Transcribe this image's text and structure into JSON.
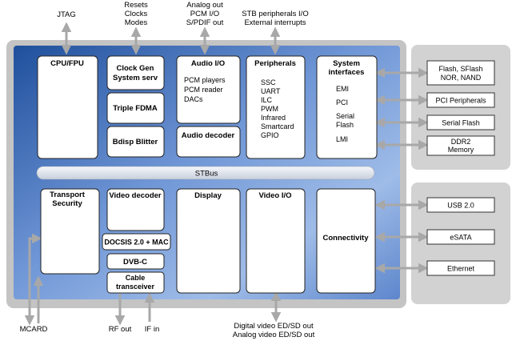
{
  "labels": {
    "jtag": "JTAG",
    "resets_lines": [
      "Resets",
      "Clocks",
      "Modes"
    ],
    "analog_lines": [
      "Analog out",
      "PCM I/O",
      "S/PDIF out"
    ],
    "stb_lines": [
      "STB peripherals I/O",
      "External interrupts"
    ],
    "mcard": "MCARD",
    "rf_out": "RF out",
    "if_in": "IF in",
    "video_out_lines": [
      "Digital video ED/SD out",
      "Analog video ED/SD out"
    ]
  },
  "blocks": {
    "cpu": "CPU/FPU",
    "clockgen_lines": [
      "Clock Gen",
      "System serv"
    ],
    "fdma": "Triple FDMA",
    "bdisp": "Bdisp Blitter",
    "audio_io": "Audio I/O",
    "audio_items": [
      "PCM players",
      "PCM reader",
      "DACs"
    ],
    "audio_decoder": "Audio decoder",
    "peripherals": "Peripherals",
    "peripheral_items": [
      "SSC",
      "UART",
      "ILC",
      "PWM",
      "Infrared",
      "Smartcard",
      "GPIO"
    ],
    "sysif_lines": [
      "System",
      "interfaces"
    ],
    "sysif_items": [
      "EMI",
      "PCI",
      "Serial",
      "Flash",
      "LMI"
    ],
    "stbus": "STBus",
    "transport_lines": [
      "Transport",
      "Security"
    ],
    "video_decoder": "Video decoder",
    "docsis": "DOCSIS 2.0 + MAC",
    "dvbc": "DVB-C",
    "cable_lines": [
      "Cable",
      "transceiver"
    ],
    "display": "Display",
    "video_io": "Video I/O",
    "connectivity": "Connectivity"
  },
  "external": {
    "flash_lines": [
      "Flash, SFlash",
      "NOR, NAND"
    ],
    "pci": "PCI Peripherals",
    "serial_flash": "Serial Flash",
    "ddr_lines": [
      "DDR2",
      "Memory"
    ],
    "usb": "USB 2.0",
    "esata": "eSATA",
    "ethernet": "Ethernet"
  }
}
